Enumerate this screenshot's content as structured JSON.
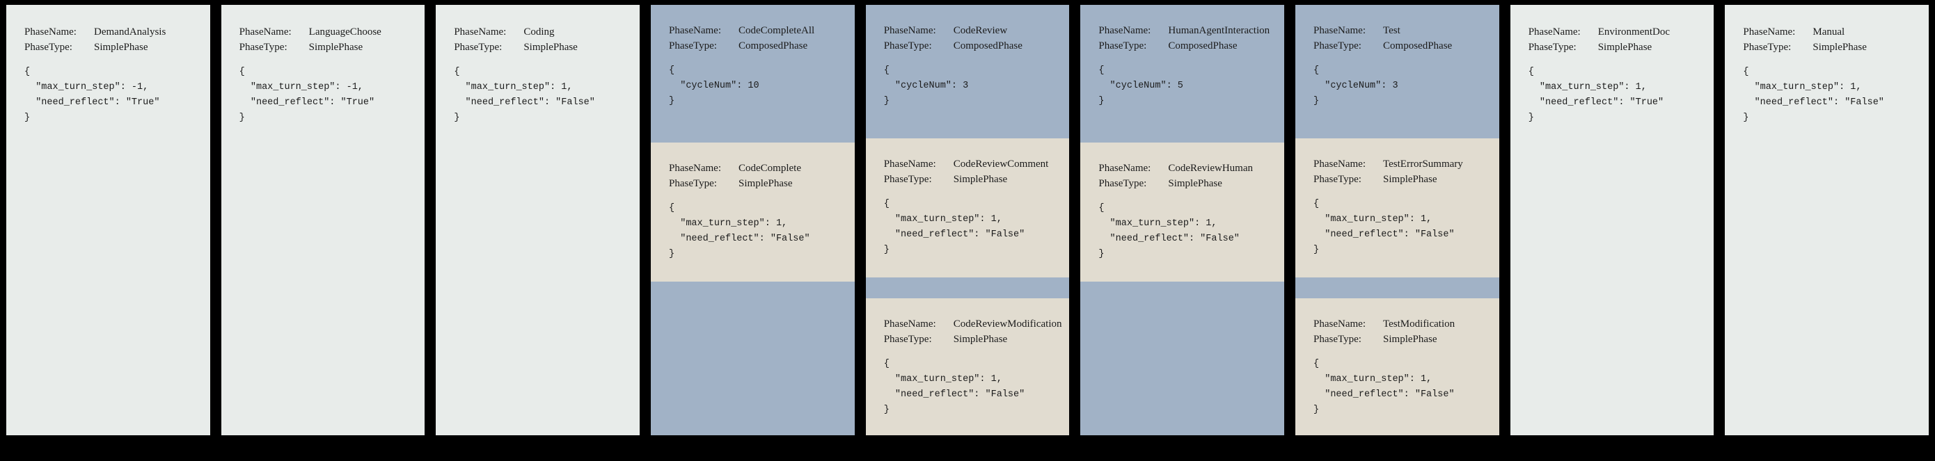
{
  "colors": {
    "page_bg": "#000000",
    "simple_bg": "#e8ecea",
    "composed_bg": "#a1b2c6",
    "subphase_bg": "#e1dcd0",
    "text": "#1b1b1b"
  },
  "labels": {
    "phase_name": "PhaseName:",
    "phase_type": "PhaseType:"
  },
  "phases": [
    {
      "name": "DemandAnalysis",
      "type": "SimplePhase",
      "config": "{\n  \"max_turn_step\": -1,\n  \"need_reflect\": \"True\"\n}"
    },
    {
      "name": "LanguageChoose",
      "type": "SimplePhase",
      "config": "{\n  \"max_turn_step\": -1,\n  \"need_reflect\": \"True\"\n}"
    },
    {
      "name": "Coding",
      "type": "SimplePhase",
      "config": "{\n  \"max_turn_step\": 1,\n  \"need_reflect\": \"False\"\n}"
    },
    {
      "name": "CodeCompleteAll",
      "type": "ComposedPhase",
      "config": "{\n  \"cycleNum\": 10\n}",
      "subphases": [
        {
          "name": "CodeComplete",
          "type": "SimplePhase",
          "config": "{\n  \"max_turn_step\": 1,\n  \"need_reflect\": \"False\"\n}"
        }
      ]
    },
    {
      "name": "CodeReview",
      "type": "ComposedPhase",
      "config": "{\n  \"cycleNum\": 3\n}",
      "subphases": [
        {
          "name": "CodeReviewComment",
          "type": "SimplePhase",
          "config": "{\n  \"max_turn_step\": 1,\n  \"need_reflect\": \"False\"\n}"
        },
        {
          "name": "CodeReviewModification",
          "type": "SimplePhase",
          "config": "{\n  \"max_turn_step\": 1,\n  \"need_reflect\": \"False\"\n}"
        }
      ]
    },
    {
      "name": "HumanAgentInteraction",
      "type": "ComposedPhase",
      "config": "{\n  \"cycleNum\": 5\n}",
      "subphases": [
        {
          "name": "CodeReviewHuman",
          "type": "SimplePhase",
          "config": "{\n  \"max_turn_step\": 1,\n  \"need_reflect\": \"False\"\n}"
        }
      ]
    },
    {
      "name": "Test",
      "type": "ComposedPhase",
      "config": "{\n  \"cycleNum\": 3\n}",
      "subphases": [
        {
          "name": "TestErrorSummary",
          "type": "SimplePhase",
          "config": "{\n  \"max_turn_step\": 1,\n  \"need_reflect\": \"False\"\n}"
        },
        {
          "name": "TestModification",
          "type": "SimplePhase",
          "config": "{\n  \"max_turn_step\": 1,\n  \"need_reflect\": \"False\"\n}"
        }
      ]
    },
    {
      "name": "EnvironmentDoc",
      "type": "SimplePhase",
      "config": "{\n  \"max_turn_step\": 1,\n  \"need_reflect\": \"True\"\n}"
    },
    {
      "name": "Manual",
      "type": "SimplePhase",
      "config": "{\n  \"max_turn_step\": 1,\n  \"need_reflect\": \"False\"\n}"
    }
  ]
}
